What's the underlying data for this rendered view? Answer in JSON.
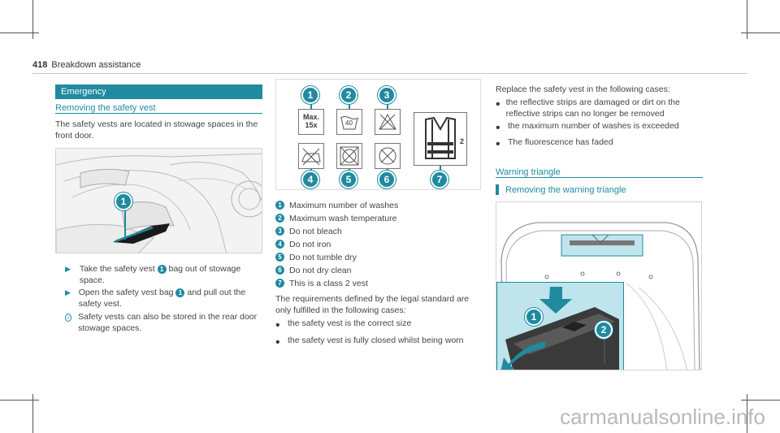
{
  "header": {
    "page_number": "418",
    "title": "Breakdown assistance"
  },
  "emergency": {
    "label": "Emergency"
  },
  "section1": {
    "title": "Removing the safety vest",
    "intro": "The safety vests are located in stowage spaces in the front door.",
    "step1": {
      "before": "Take the safety vest",
      "callout": "1",
      "after": "bag out of stowage space."
    },
    "step2": {
      "before": "Open the safety vest bag",
      "callout": "1",
      "after": "and pull out the safety vest."
    },
    "note": "Safety vests can also be stored in the rear door stowage spaces."
  },
  "door_figure": {
    "callout": "1"
  },
  "care_figure": {
    "callouts_top": [
      "1",
      "2",
      "3"
    ],
    "callouts_bottom": [
      "4",
      "5",
      "6",
      "7"
    ],
    "max_wash_line1": "Max.",
    "max_wash_line2": "15x",
    "wash_temp": "40",
    "vest_class": "2"
  },
  "care_legend": [
    {
      "num": "1",
      "text": "Maximum number of washes"
    },
    {
      "num": "2",
      "text": "Maximum wash temperature"
    },
    {
      "num": "3",
      "text": "Do not bleach"
    },
    {
      "num": "4",
      "text": "Do not iron"
    },
    {
      "num": "5",
      "text": "Do not tumble dry"
    },
    {
      "num": "6",
      "text": "Do not dry clean"
    },
    {
      "num": "7",
      "text": "This is a class 2 vest"
    }
  ],
  "requirements": {
    "intro": "The requirements defined by the legal standard are only fulfilled in the following cases:",
    "items": [
      "the safety vest is the correct size",
      "the safety vest is fully closed whilst being worn"
    ]
  },
  "replace": {
    "intro": "Replace the safety vest in the following cases:",
    "items": [
      "the reflective strips are damaged or dirt on the reflective strips can no longer be removed",
      "the maximum number of washes is exceeded",
      "The fluorescence has faded"
    ]
  },
  "warning_triangle": {
    "title": "Warning triangle",
    "subtitle": "Removing the warning triangle"
  },
  "trunk_figure": {
    "callouts": [
      "1",
      "2"
    ]
  },
  "watermark": "carmanualsonline.info",
  "colors": {
    "accent": "#1f8aa0",
    "light_accent": "#bfe4ec"
  }
}
